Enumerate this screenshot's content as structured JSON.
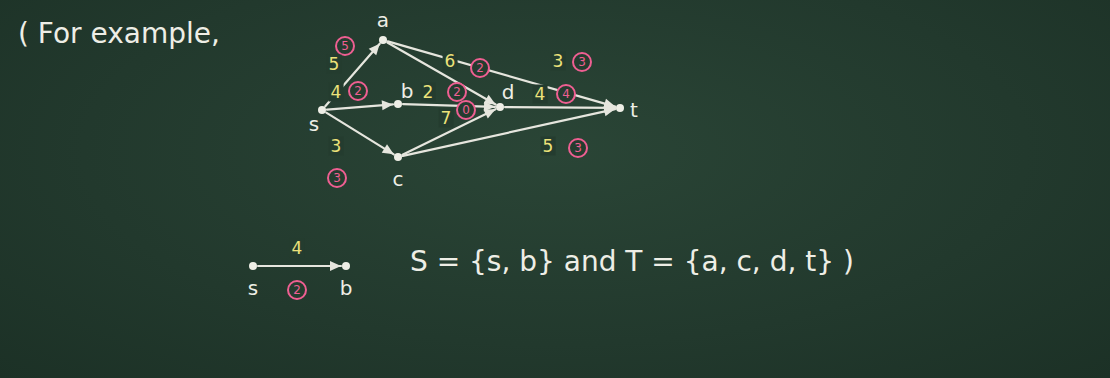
{
  "diagram": {
    "nodes": [
      {
        "text": [
          "s"
        ]
      },
      {
        "text": [
          "a"
        ]
      },
      {
        "text": [
          "b"
        ]
      },
      {
        "text": [
          "c"
        ]
      },
      {
        "text": [
          "d"
        ]
      },
      {
        "text": [
          "t"
        ]
      },
      {
        "text": [
          "s"
        ]
      },
      {
        "text": [
          "b"
        ]
      }
    ],
    "edges": [
      {
        "from": 0,
        "to": 1,
        "arrow": "to",
        "label": "5"
      },
      {
        "from": 0,
        "to": 2,
        "arrow": "to",
        "label": "4"
      },
      {
        "from": 0,
        "to": 3,
        "arrow": "to",
        "label": "3"
      },
      {
        "from": 1,
        "to": 4,
        "arrow": "to",
        "label": "6"
      },
      {
        "from": 1,
        "to": 5,
        "arrow": "to",
        "label": "3"
      },
      {
        "from": 2,
        "to": 4,
        "arrow": "to",
        "label": "2"
      },
      {
        "from": 3,
        "to": 4,
        "arrow": "to",
        "label": "7"
      },
      {
        "from": 4,
        "to": 5,
        "arrow": "to",
        "label": "4"
      },
      {
        "from": 3,
        "to": 5,
        "arrow": "to",
        "label": "5"
      },
      {
        "from": 6,
        "to": 7,
        "arrow": "to",
        "label": "4"
      }
    ],
    "labels": [
      "( For example,",
      "5",
      "2",
      "3",
      "2",
      "3",
      "2",
      "0",
      "4",
      "3",
      "2",
      "S = {s, b} and T = {a, c, d, t} )"
    ]
  }
}
